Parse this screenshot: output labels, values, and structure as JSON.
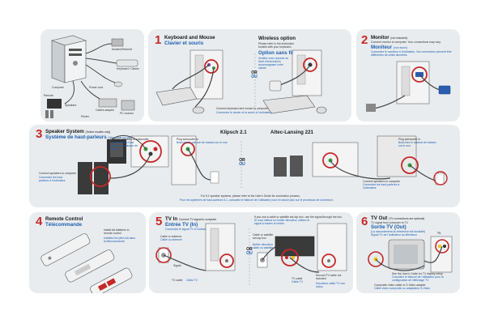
{
  "colors": {
    "accent_red": "#c62828",
    "french_blue": "#1f5fb0",
    "panel": "#e8ecef"
  },
  "overview": {
    "labels": [
      "Modem/Ethernet",
      "Keyboard / Clavier",
      "Power cord",
      "Computer",
      "Remote",
      "Speakers",
      "Cables adapter",
      "Printer",
      "PC monitor"
    ]
  },
  "step1": {
    "num": "1",
    "title": "Keyboard and Mouse",
    "title_fr": "Clavier et souris",
    "wireless_title": "Wireless option",
    "wireless_fr": "Option sans fil",
    "wireless_note": "Please refer to the instruction booklet with your keyboard.",
    "wireless_note_fr": "Veuillez vous reporter au livret d'instructions accompagnant votre clavier.",
    "connect": "Connect keyboard and mouse to computer",
    "connect_fr": "Connectez le clavier et la souris à l'ordinateur",
    "or": "OR",
    "or_fr": "OU"
  },
  "step2": {
    "num": "2",
    "title": "Monitor",
    "title_suffix": "(not included)",
    "subtitle": "Connect monitor to computer. Your connections may vary.",
    "title_fr": "Moniteur",
    "title_fr_suffix": "(non fourni)",
    "subtitle_fr": "Connectez le moniteur à l'ordinateur. Vos connexions peuvent être différentes de celles illustrées."
  },
  "step3": {
    "num": "3",
    "title": "Speaker System",
    "title_suffix": "(Select models only)",
    "title_fr": "Système de haut-parleurs",
    "title_fr_suffix": "(Disponible sur certains modèles uniquement)",
    "klipsch": "Klipsch 2.1",
    "altec": "Altec-Lansing 221",
    "connect_speakers": "Connect speakers to subwoofer",
    "connect_speakers_fr": "Connectez les haut-parleurs au caisson de basses",
    "plug_sub": "Plug subwoofer in",
    "plug_sub_fr": "Branchez le caisson de basses sur le mur",
    "connect_computer": "Connect speakers to computer",
    "connect_computer_fr": "Connectez les haut-parleurs à l'ordinateur",
    "note": "For 5.1 speaker systems, please refer to the User's Guide for connection process.",
    "note_fr": "Pour les systèmes de haut-parleurs 5.1, consultez le Manuel de l'utilisateur pour en savoir plus sur le processus de connexion.",
    "or": "OR",
    "or_fr": "OU"
  },
  "step4": {
    "num": "4",
    "title": "Remote Control",
    "title_fr": "Télécommande",
    "instr": "Install AA batteries in remote control.",
    "instr_fr": "Installez les piles AA dans la télécommande."
  },
  "step5": {
    "num": "5",
    "title": "TV In",
    "title_suffix": "Connect TV signal to computer",
    "title_fr": "Entrée TV (In)",
    "subtitle_fr": "Connectez le signal TV à l'ordinateur",
    "cable_antenna": "Cable or antenna",
    "cable_antenna_fr": "Câble ou antenne",
    "settop_note": "If you use a cable or satellite set-top box, use the signal through the box.",
    "settop_note_fr": "Si vous utilisez un boîtier décodeur, utilisez le signal à travers le boîtier.",
    "settop": "Cable or satellite set-top box",
    "settop_fr": "Boîtier décodeur câble ou satellite",
    "signal": "Signal",
    "tv_cable": "TV cable",
    "tv_cable_fr": "Câble TV",
    "svideo": "Second TV cable not included",
    "svideo_fr": "Deuxième câble TV non inclus",
    "or": "OR",
    "or_fr": "OU"
  },
  "step6": {
    "num": "6",
    "title": "TV Out",
    "title_suffix": "(TV connections are optional)",
    "subtitle": "TV signal from computer to TV",
    "title_fr": "Sortie TV (Out)",
    "title_fr_suffix": "(La raccordement du téléviseur est facultatif)",
    "subtitle_fr": "Signal TV de l'ordinateur au téléviseur",
    "see_guide": "See the User's Guide for TV display setup",
    "see_guide_fr": "Consultez le Manuel de l'utilisateur pour la configuration de l'affichage TV",
    "composite": "Composite video cable or S-Video adapter",
    "composite_fr": "Câble vidéo composite ou adaptateur S-Video",
    "tv_label": "TV"
  }
}
